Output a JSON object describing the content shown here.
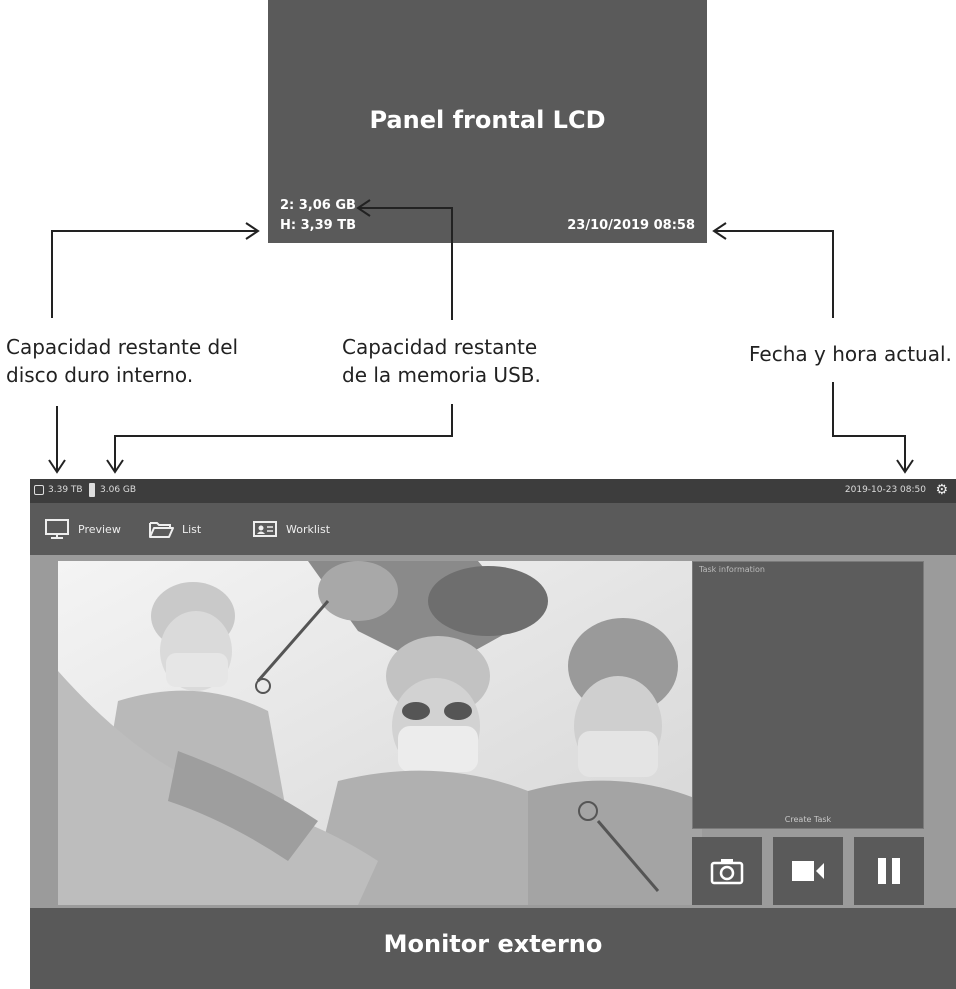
{
  "lcd": {
    "title": "Panel frontal LCD",
    "usb_line": "2: 3,06 GB",
    "hdd_line": "H: 3,39 TB",
    "datetime": "23/10/2019 08:58"
  },
  "callouts": {
    "hdd_line1": "Capacidad restante del",
    "hdd_line2": "disco duro interno.",
    "usb_line1": "Capacidad restante",
    "usb_line2": "de la memoria USB.",
    "date_line1": "Fecha y hora actual."
  },
  "monitor": {
    "status": {
      "hdd": "3.39 TB",
      "usb": "3.06 GB",
      "datetime": "2019-10-23  08:50",
      "hdd_icon": "hdd-icon",
      "usb_icon": "usb-icon",
      "settings_icon": "gear-icon"
    },
    "nav": [
      {
        "label": "Preview",
        "icon": "monitor-icon"
      },
      {
        "label": "List",
        "icon": "folder-icon"
      },
      {
        "label": "Worklist",
        "icon": "id-card-icon"
      }
    ],
    "task_panel": {
      "title": "Task information",
      "create_label": "Create Task"
    },
    "controls": [
      {
        "icon": "camera-icon"
      },
      {
        "icon": "video-icon"
      },
      {
        "icon": "pause-icon"
      }
    ],
    "label": "Monitor externo"
  },
  "colors": {
    "panel_gray": "#5a5a5a",
    "monitor_bg": "#9b9b9b",
    "statusbar": "#3d3d3d"
  }
}
